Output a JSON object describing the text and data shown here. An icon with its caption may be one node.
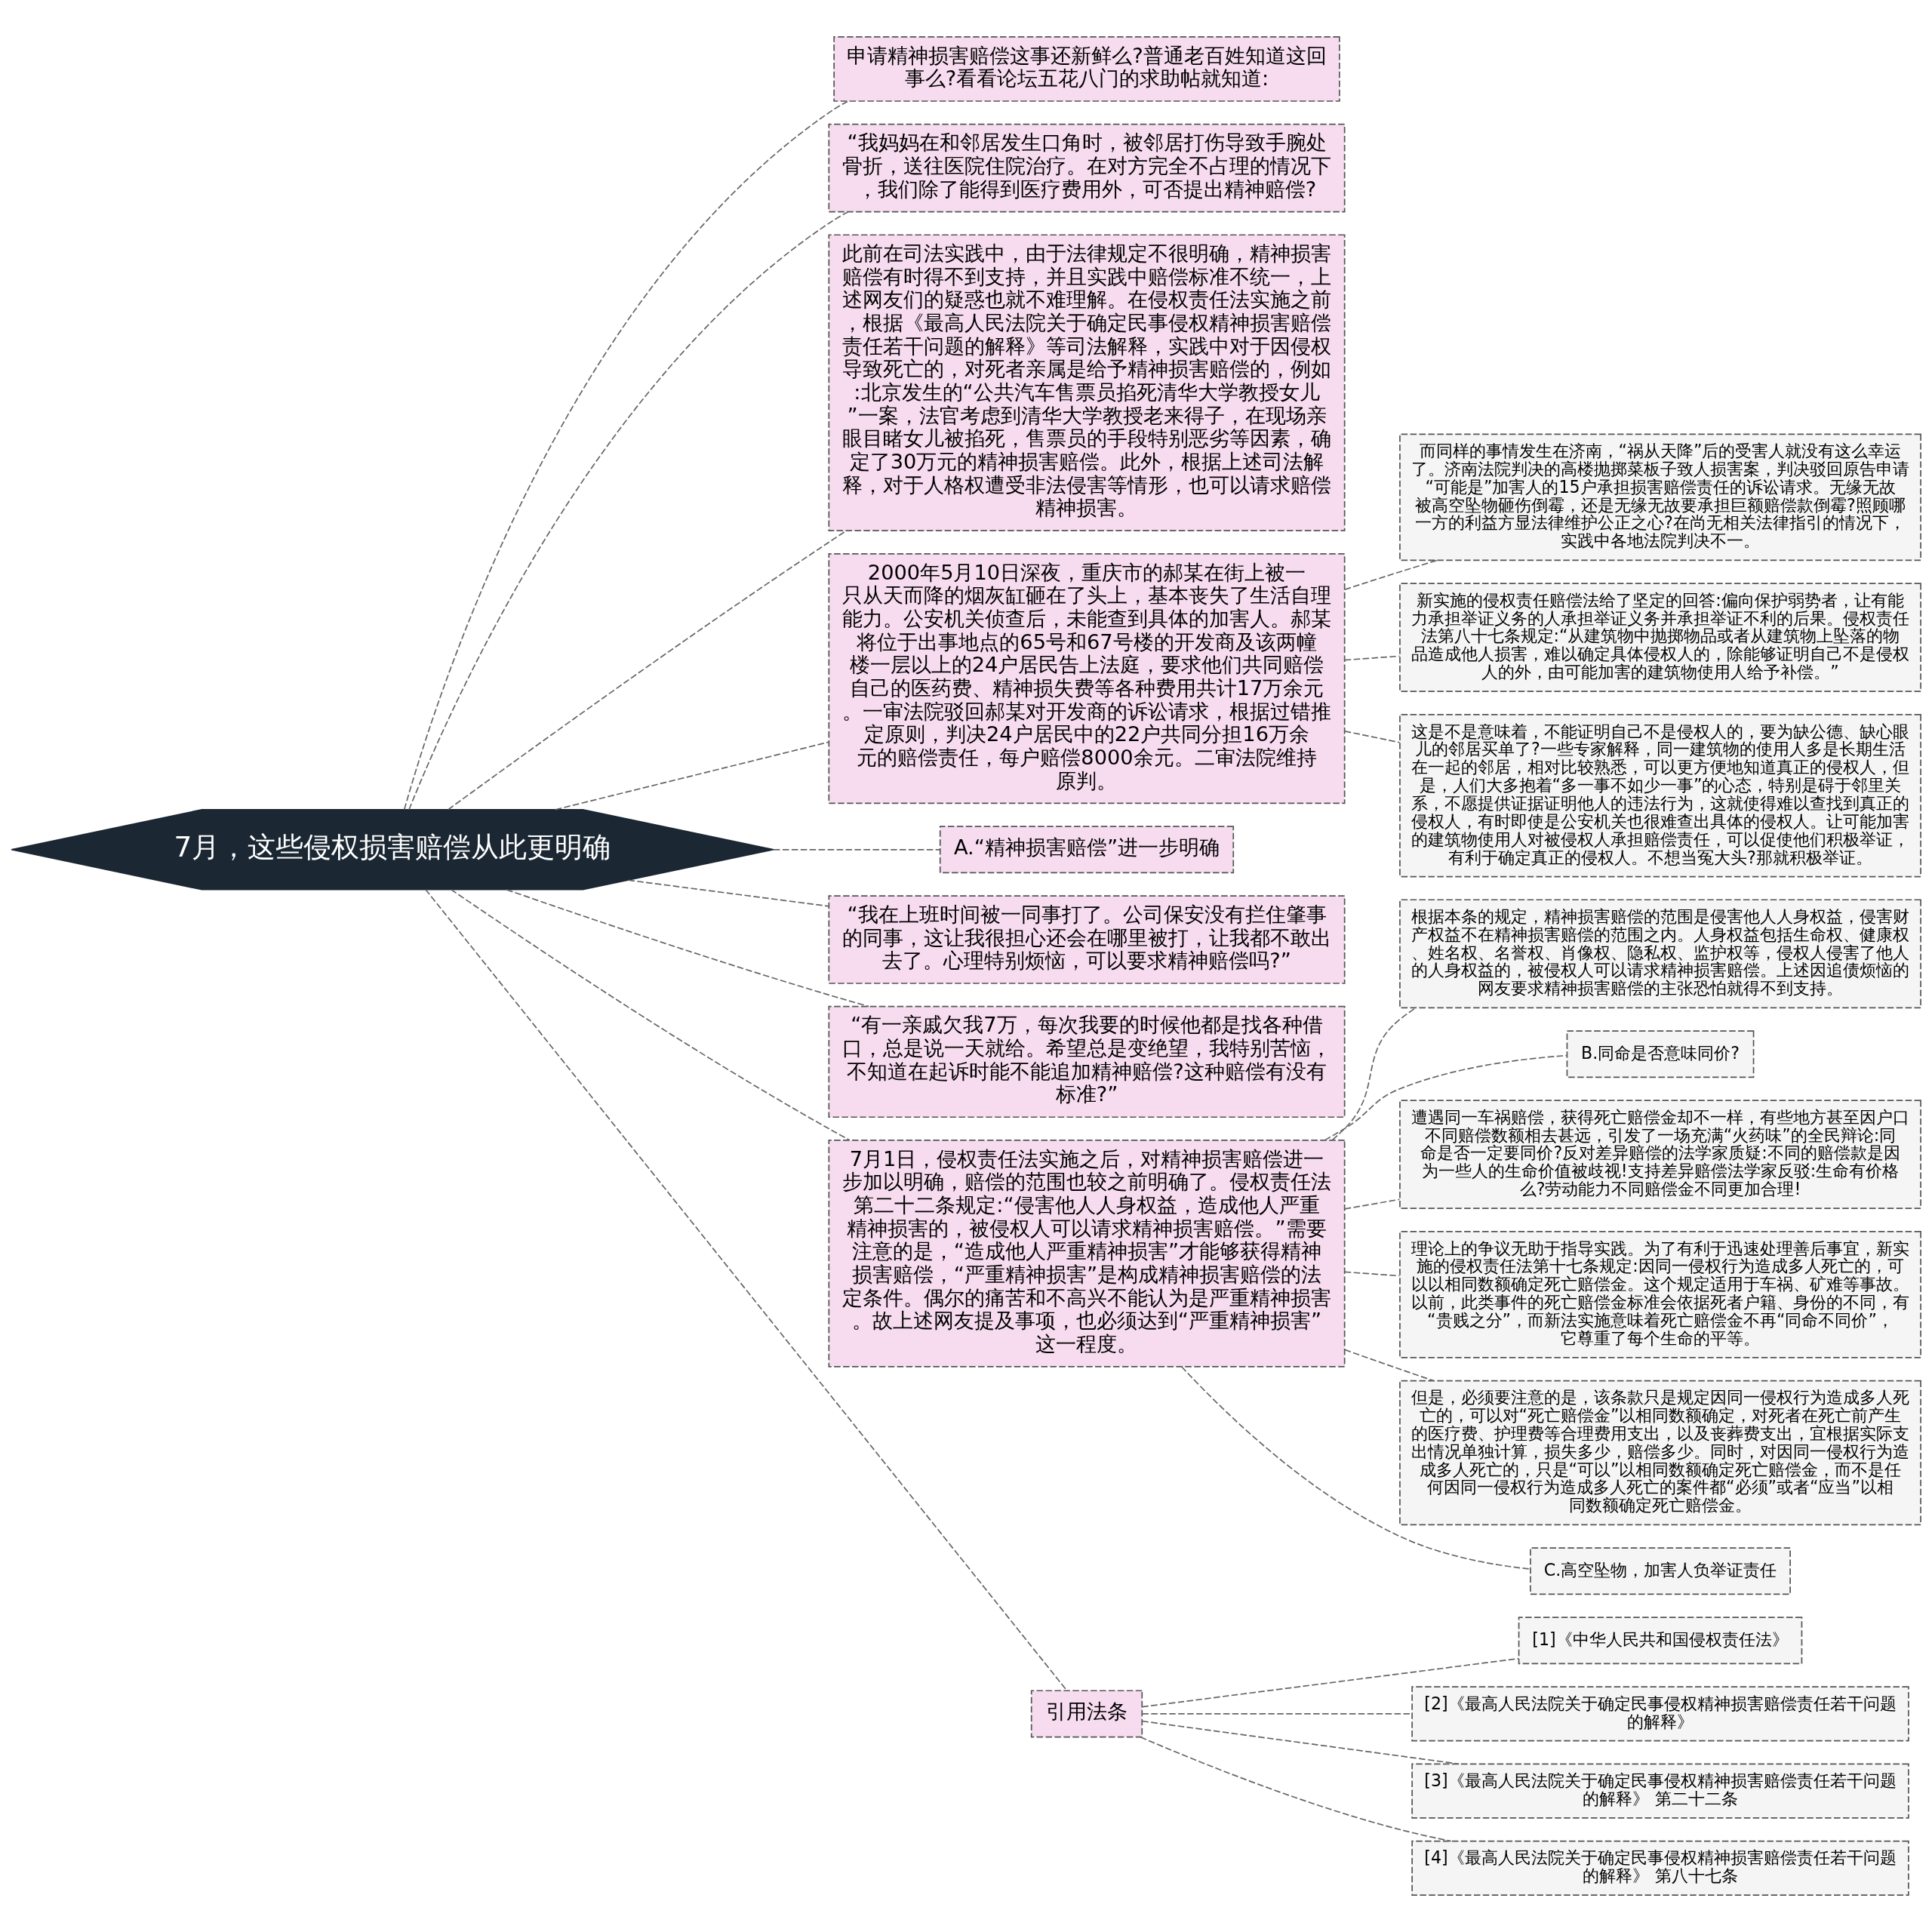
{
  "diagram": {
    "nodes": [
      {
        "text": [
          "7月，这些侵权损害赔偿从此更明确"
        ]
      },
      {
        "text": [
          "申请精神损害赔偿这事还新鲜么?普通老百姓知道这回事么?看看论坛五花八门的求助帖就知道:"
        ]
      },
      {
        "text": [
          "“我妈妈在和邻居发生口角时，被邻居打伤导致手腕处骨折，送往医院住院治疗。在对方完全不占理的情况下，我们除了能得到医疗费用外，可否提出精神赔偿?"
        ]
      },
      {
        "text": [
          "此前在司法实践中，由于法律规定不很明确，精神损害赔偿有时得不到支持，并且实践中赔偿标准不统一，上述网友们的疑惑也就不难理解。在侵权责任法实施之前，根据《最高人民法院关于确定民事侵权精神损害赔偿责任若干问题的解释》等司法解释，实践中对于因侵权导致死亡的，对死者亲属是给予精神损害赔偿的，例如:北京发生的“公共汽车售票员掐死清华大学教授女儿”一案，法官考虑到清华大学教授老来得子，在现场亲眼目睹女儿被掐死，售票员的手段特别恶劣等因素，确定了30万元的精神损害赔偿。此外，根据上述司法解释，对于人格权遭受非法侵害等情形，也可以请求赔偿精神损害。"
        ]
      },
      {
        "text": [
          "2000年5月10日深夜，重庆市的郝某在街上被一只从天而降的烟灰缸砸在了头上，基本丧失了生活自理能力。公安机关侦查后，未能查到具体的加害人。郝某将位于出事地点的65号和67号楼的开发商及该两幢楼一层以上的24户居民告上法庭，要求他们共同赔偿自己的医药费、精神损失费等各种费用共计17万余元。一审法院驳回郝某对开发商的诉讼请求，根据过错推定原则，判决24户居民中的22户共同分担16万余元的赔偿责任，每户赔偿8000余元。二审法院维持原判。"
        ]
      },
      {
        "text": [
          "而同样的事情发生在济南，“祸从天降”后的受害人就没有这么幸运了。济南法院判决的高楼抛掷菜板子致人损害案，判决驳回原告申请“可能是”加害人的15户承担损害赔偿责任的诉讼请求。无缘无故被高空坠物砸伤倒霉，还是无缘无故要承担巨额赔偿款倒霉?照顾哪一方的利益方显法律维护公正之心?在尚无相关法律指引的情况下，实践中各地法院判决不一。"
        ]
      },
      {
        "text": [
          "新实施的侵权责任赔偿法给了坚定的回答:偏向保护弱势者，让有能力承担举证义务的人承担举证义务并承担举证不利的后果。侵权责任法第八十七条规定:“从建筑物中抛掷物品或者从建筑物上坠落的物品造成他人损害，难以确定具体侵权人的，除能够证明自己不是侵权人的外，由可能加害的建筑物使用人给予补偿。”"
        ]
      },
      {
        "text": [
          "这是不是意味着，不能证明自己不是侵权人的，要为缺公德、缺心眼儿的邻居买单了?一些专家解释，同一建筑物的使用人多是长期生活在一起的邻居，相对比较熟悉，可以更方便地知道真正的侵权人，但是，人们大多抱着“多一事不如少一事”的心态，特别是碍于邻里关系，不愿提供证据证明他人的违法行为，这就使得难以查找到真正的侵权人，有时即使是公安机关也很难查出具体的侵权人。让可能加害的建筑物使用人对被侵权人承担赔偿责任，可以促使他们积极举证，有利于确定真正的侵权人。不想当冤大头?那就积极举证。"
        ]
      },
      {
        "text": [
          "A.“精神损害赔偿”进一步明确"
        ]
      },
      {
        "text": [
          "“我在上班时间被一同事打了。公司保安没有拦住肇事的同事，这让我很担心还会在哪里被打，让我都不敢出去了。心理特别烦恼，可以要求精神赔偿吗?”"
        ]
      },
      {
        "text": [
          "“有一亲戚欠我7万，每次我要的时候他都是找各种借口，总是说一天就给。希望总是变绝望，我特别苦恼，不知道在起诉时能不能追加精神赔偿?这种赔偿有没有标准?”"
        ]
      },
      {
        "text": [
          "7月1日，侵权责任法实施之后，对精神损害赔偿进一步加以明确，赔偿的范围也较之前明确了。侵权责任法第二十二条规定:“侵害他人人身权益，造成他人严重精神损害的，被侵权人可以请求精神损害赔偿。”需要注意的是，“造成他人严重精神损害”才能够获得精神损害赔偿，“严重精神损害”是构成精神损害赔偿的法定条件。偶尔的痛苦和不高兴不能认为是严重精神损害。故上述网友提及事项，也必须达到“严重精神损害”这一程度。"
        ]
      },
      {
        "text": [
          "根据本条的规定，精神损害赔偿的范围是侵害他人人身权益，侵害财产权益不在精神损害赔偿的范围之内。人身权益包括生命权、健康权、姓名权、名誉权、肖像权、隐私权、监护权等，侵权人侵害了他人的人身权益的，被侵权人可以请求精神损害赔偿。上述因追债烦恼的网友要求精神损害赔偿的主张恐怕就得不到支持。"
        ]
      },
      {
        "text": [
          "B.同命是否意味同价?"
        ]
      },
      {
        "text": [
          "遭遇同一车祸赔偿，获得死亡赔偿金却不一样，有些地方甚至因户口不同赔偿数额相去甚远，引发了一场充满“火药味”的全民辩论:同命是否一定要同价?反对差异赔偿的法学家质疑:不同的赔偿款是因为一些人的生命价值被歧视!支持差异赔偿法学家反驳:生命有价格么?劳动能力不同赔偿金不同更加合理!"
        ]
      },
      {
        "text": [
          "理论上的争议无助于指导实践。为了有利于迅速处理善后事宜，新实施的侵权责任法第十七条规定:因同一侵权行为造成多人死亡的，可以以相同数额确定死亡赔偿金。这个规定适用于车祸、矿难等事故。以前，此类事件的死亡赔偿金标准会依据死者户籍、身份的不同，有“贵贱之分”，而新法实施意味着死亡赔偿金不再“同命不同价”，它尊重了每个生命的平等。"
        ]
      },
      {
        "text": [
          "但是，必须要注意的是，该条款只是规定因同一侵权行为造成多人死亡的，可以对“死亡赔偿金”以相同数额确定，对死者在死亡前产生的医疗费、护理费等合理费用支出，以及丧葬费支出，宜根据实际支出情况单独计算，损失多少，赔偿多少。同时，对因同一侵权行为造成多人死亡的，只是“可以”以相同数额确定死亡赔偿金，而不是任何因同一侵权行为造成多人死亡的案件都“必须”或者“应当”以相同数额确定死亡赔偿金。"
        ]
      },
      {
        "text": [
          "C.高空坠物，加害人负举证责任"
        ]
      },
      {
        "text": [
          "引用法条"
        ]
      },
      {
        "text": [
          "[1]《中华人民共和国侵权责任法》"
        ]
      },
      {
        "text": [
          "[2]《最高人民法院关于确定民事侵权精神损害赔偿责任若干问题的解释》"
        ]
      },
      {
        "text": [
          "[3]《最高人民法院关于确定民事侵权精神损害赔偿责任若干问题的解释》 第二十二条"
        ]
      },
      {
        "text": [
          "[4]《最高人民法院关于确定民事侵权精神损害赔偿责任若干问题的解释》 第八十七条"
        ]
      }
    ],
    "edges": [
      {
        "from": 0,
        "to": 1,
        "arrow": "none",
        "style": "dashed"
      },
      {
        "from": 0,
        "to": 2,
        "arrow": "none",
        "style": "dashed"
      },
      {
        "from": 0,
        "to": 3,
        "arrow": "none",
        "style": "dashed"
      },
      {
        "from": 0,
        "to": 4,
        "arrow": "none",
        "style": "dashed"
      },
      {
        "from": 4,
        "to": 5,
        "arrow": "none",
        "style": "dashed"
      },
      {
        "from": 4,
        "to": 6,
        "arrow": "none",
        "style": "dashed"
      },
      {
        "from": 4,
        "to": 7,
        "arrow": "none",
        "style": "dashed"
      },
      {
        "from": 0,
        "to": 8,
        "arrow": "none",
        "style": "dashed"
      },
      {
        "from": 0,
        "to": 9,
        "arrow": "none",
        "style": "dashed"
      },
      {
        "from": 0,
        "to": 10,
        "arrow": "none",
        "style": "dashed"
      },
      {
        "from": 0,
        "to": 11,
        "arrow": "none",
        "style": "dashed"
      },
      {
        "from": 11,
        "to": 12,
        "arrow": "none",
        "style": "dashed"
      },
      {
        "from": 11,
        "to": 13,
        "arrow": "none",
        "style": "dashed"
      },
      {
        "from": 11,
        "to": 14,
        "arrow": "none",
        "style": "dashed"
      },
      {
        "from": 11,
        "to": 15,
        "arrow": "none",
        "style": "dashed"
      },
      {
        "from": 11,
        "to": 16,
        "arrow": "none",
        "style": "dashed"
      },
      {
        "from": 11,
        "to": 17,
        "arrow": "none",
        "style": "dashed"
      },
      {
        "from": 0,
        "to": 18,
        "arrow": "none",
        "style": "dashed"
      },
      {
        "from": 18,
        "to": 19,
        "arrow": "none",
        "style": "dashed"
      },
      {
        "from": 18,
        "to": 20,
        "arrow": "none",
        "style": "dashed"
      },
      {
        "from": 18,
        "to": 21,
        "arrow": "none",
        "style": "dashed"
      },
      {
        "from": 18,
        "to": 22,
        "arrow": "none",
        "style": "dashed"
      }
    ]
  }
}
